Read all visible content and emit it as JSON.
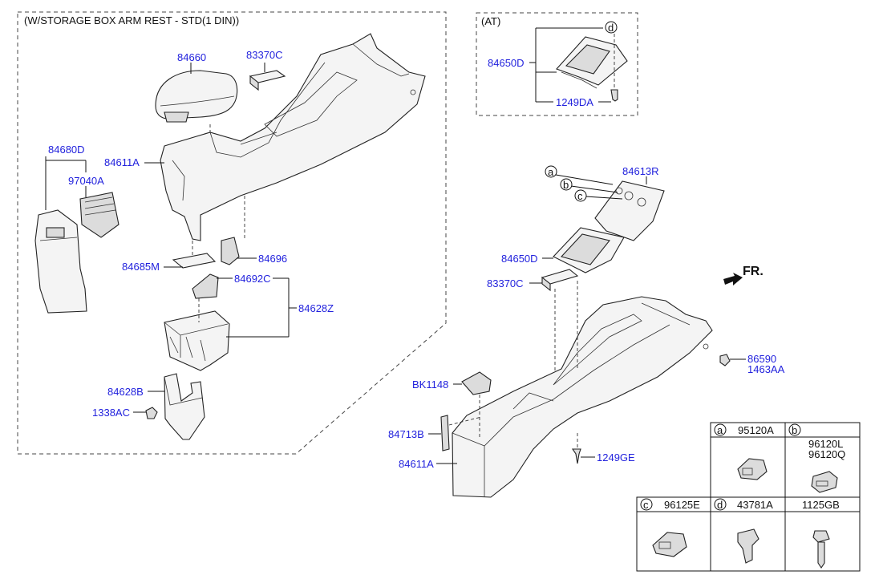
{
  "groups": {
    "storage_box_title": "(W/STORAGE BOX ARM REST - STD(1 DIN))",
    "at_title": "(AT)"
  },
  "labels": {
    "p84660": "84660",
    "p83370C_left": "83370C",
    "p84680D": "84680D",
    "p97040A": "97040A",
    "p84611A_left": "84611A",
    "p84685M": "84685M",
    "p84696": "84696",
    "p84692C": "84692C",
    "p84628Z": "84628Z",
    "p84628B": "84628B",
    "p1338AC": "1338AC",
    "p84650D_at": "84650D",
    "p1249DA": "1249DA",
    "p84613R": "84613R",
    "p84650D_right": "84650D",
    "p83370C_right": "83370C",
    "p86590": "86590",
    "p1463AA": "1463AA",
    "pBK1148": "BK1148",
    "p84713B": "84713B",
    "p84611A_right": "84611A",
    "p1249GE": "1249GE"
  },
  "callouts": {
    "a": "a",
    "b": "b",
    "c": "c",
    "d": "d"
  },
  "front_indicator": "FR.",
  "legend_table": {
    "row1": [
      {
        "letter": "a",
        "part": "95120A"
      },
      {
        "letter": "b",
        "part": "96120L",
        "part2": "96120Q"
      }
    ],
    "row2": [
      {
        "letter": "c",
        "part": "96125E"
      },
      {
        "letter": "d",
        "part": "43781A"
      },
      {
        "letter": "",
        "part": "1125GB"
      }
    ]
  }
}
